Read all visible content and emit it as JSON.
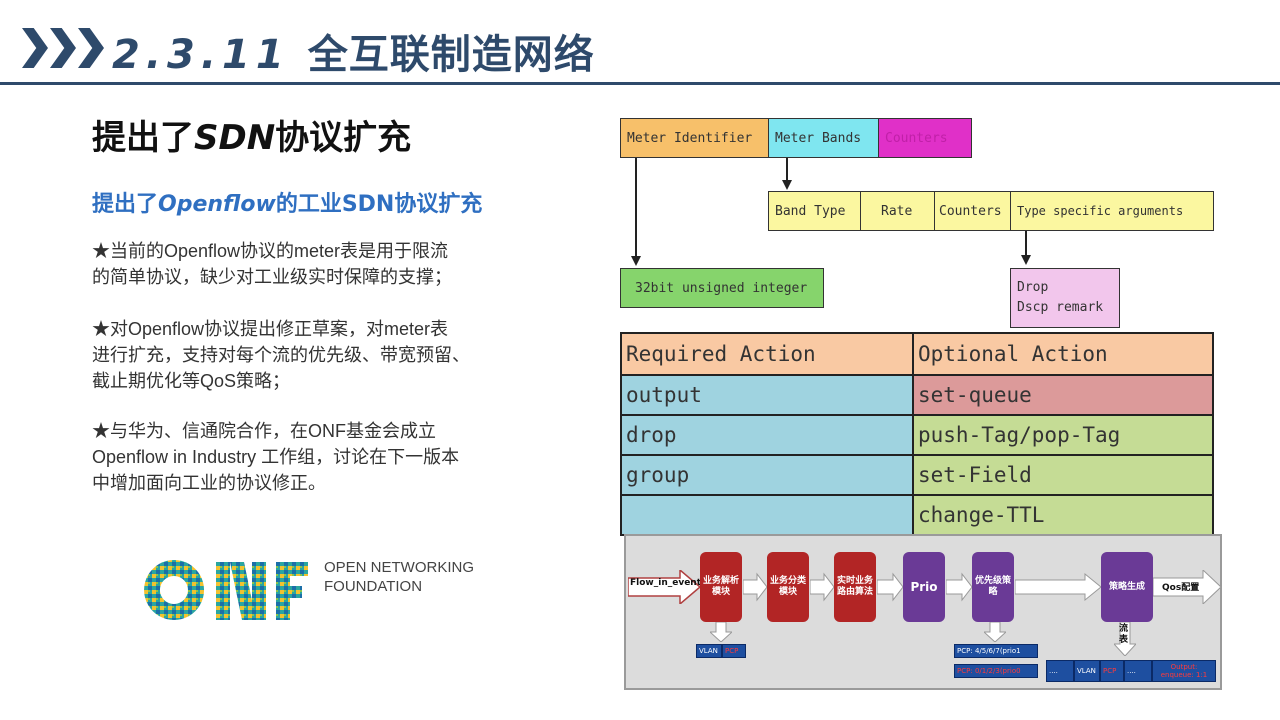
{
  "header": {
    "number": "2.3.11",
    "title": "全互联制造网络"
  },
  "main_title": {
    "prefix": "提出了",
    "em": "SDN",
    "suffix": "协议扩充"
  },
  "sub_title": {
    "prefix": "提出了",
    "em": "Openflow",
    "suffix": "的工业SDN协议扩充"
  },
  "paragraphs": [
    {
      "lines": [
        "★当前的Openflow协议的meter表是用于限流",
        "的简单协议，缺少对工业级实时保障的支撑；"
      ]
    },
    {
      "lines": [
        "★对Openflow协议提出修正草案，对meter表",
        "进行扩充，支持对每个流的优先级、带宽预留、",
        "截止期优化等QoS策略；"
      ]
    },
    {
      "lines": [
        "★与华为、信通院合作，在ONF基金会成立",
        "Openflow in Industry 工作组，讨论在下一版本",
        "中增加面向工业的协议修正。"
      ]
    }
  ],
  "onf": {
    "letters": "ONF",
    "line1": "OPEN NETWORKING",
    "line2": "FOUNDATION"
  },
  "meter": {
    "fields": [
      "Meter Identifier",
      "Meter Bands",
      "Counters"
    ],
    "band_fields": [
      "Band Type",
      "Rate",
      "Counters",
      "Type specific arguments"
    ],
    "identifier_type": "32bit unsigned integer",
    "band_type_values": [
      "Drop",
      "Dscp remark"
    ],
    "colors": {
      "identifier": "#f7c06a",
      "bands": "#7fe6f0",
      "counters": "#e030c8",
      "band_row": "#fbf7a0",
      "int_box": "#86d46c",
      "drop_box": "#f2c6ec"
    }
  },
  "actions": {
    "headers": [
      "Required Action",
      "Optional Action"
    ],
    "rows": [
      {
        "required": "output",
        "optional": "set-queue"
      },
      {
        "required": "drop",
        "optional": "push-Tag/pop-Tag"
      },
      {
        "required": "group",
        "optional": "set-Field"
      },
      {
        "required": "",
        "optional": "change-TTL"
      }
    ]
  },
  "pipeline": {
    "input": "Flow_in_event",
    "stages": [
      "业务解析模块",
      "业务分类模块",
      "实时业务路由算法",
      "Prio",
      "优先级策略",
      "策略生成"
    ],
    "output": "Qos配置",
    "vlan_boxes": [
      "VLAN",
      "PCP"
    ],
    "pcp_rows": [
      {
        "label": "PCP:",
        "value": "4/5/6/7(prio1"
      },
      {
        "label": "PCP:",
        "value": "0/1/2/3(prio0"
      }
    ],
    "flow_table": "流表",
    "output_boxes": [
      "....",
      "VLAN",
      "PCP",
      "....",
      "Output:",
      "enqueue: 1:1"
    ]
  }
}
